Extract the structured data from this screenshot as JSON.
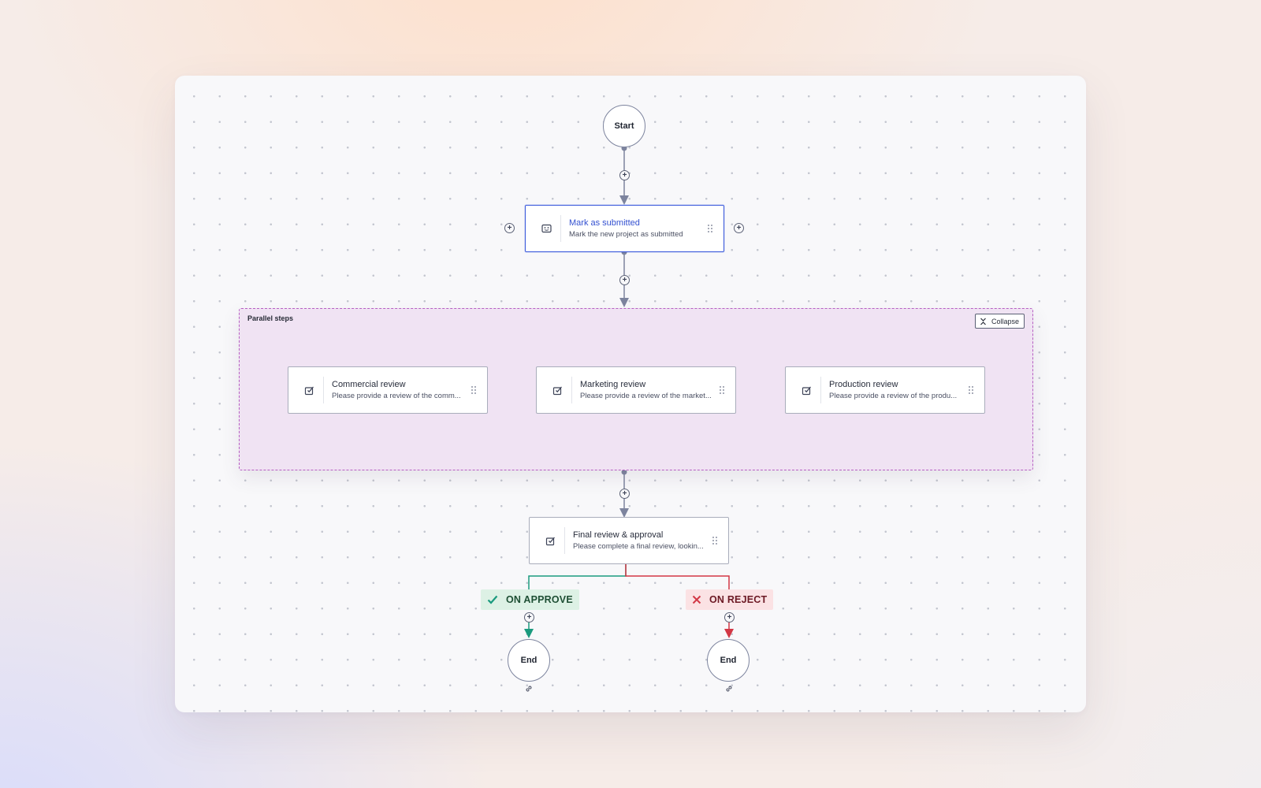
{
  "canvas": {
    "start_label": "Start",
    "end_label_approve": "End",
    "end_label_reject": "End"
  },
  "steps": {
    "mark_submitted": {
      "title": "Mark as submitted",
      "description": "Mark the new project as submitted",
      "icon": "submit-icon"
    },
    "final_review": {
      "title": "Final review & approval",
      "description": "Please complete a final review, lookin...",
      "icon": "review-icon"
    }
  },
  "parallel": {
    "label": "Parallel steps",
    "collapse_label": "Collapse",
    "items": [
      {
        "title": "Commercial review",
        "description": "Please provide a review of the comm...",
        "icon": "review-icon"
      },
      {
        "title": "Marketing review",
        "description": "Please provide a review of the market...",
        "icon": "review-icon"
      },
      {
        "title": "Production review",
        "description": "Please provide a review of the produ...",
        "icon": "review-icon"
      }
    ]
  },
  "branches": {
    "approve": {
      "label": "ON APPROVE",
      "color": "#1a9a7e",
      "icon": "check-icon"
    },
    "reject": {
      "label": "ON REJECT",
      "color": "#d23745",
      "icon": "x-icon"
    }
  },
  "colors": {
    "connector": "#7d849e",
    "selected_border": "#3d5bdc",
    "parallel_border": "#b55fc2",
    "parallel_fill": "#f0e3f3"
  }
}
